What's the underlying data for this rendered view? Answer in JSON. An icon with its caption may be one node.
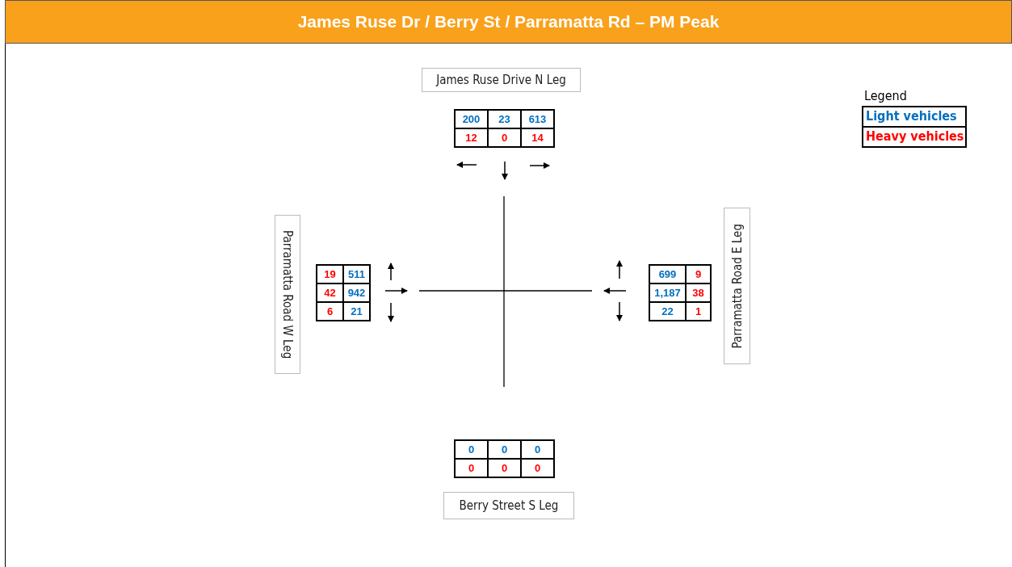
{
  "diagram": {
    "title": "James Ruse Dr / Berry St / Parramatta Rd – PM Peak",
    "nodes": [
      {
        "text": [
          "James Ruse Drive N Leg"
        ]
      },
      {
        "text": [
          "Parramatta Road W Leg"
        ]
      },
      {
        "text": [
          "Parramatta Road E Leg"
        ]
      },
      {
        "text": [
          "Berry Street S Leg"
        ]
      }
    ],
    "labels": [
      "200",
      "23",
      "613",
      "12",
      "0",
      "14",
      "19",
      "511",
      "42",
      "942",
      "6",
      "21",
      "699",
      "9",
      "1,187",
      "38",
      "22",
      "1",
      "0",
      "0",
      "0",
      "0",
      "0",
      "0",
      "Legend"
    ],
    "legend": [
      {
        "text": "Light vehicles",
        "color": "#0070c0"
      },
      {
        "text": "Heavy vehicles",
        "color": "#ff0000"
      }
    ]
  }
}
